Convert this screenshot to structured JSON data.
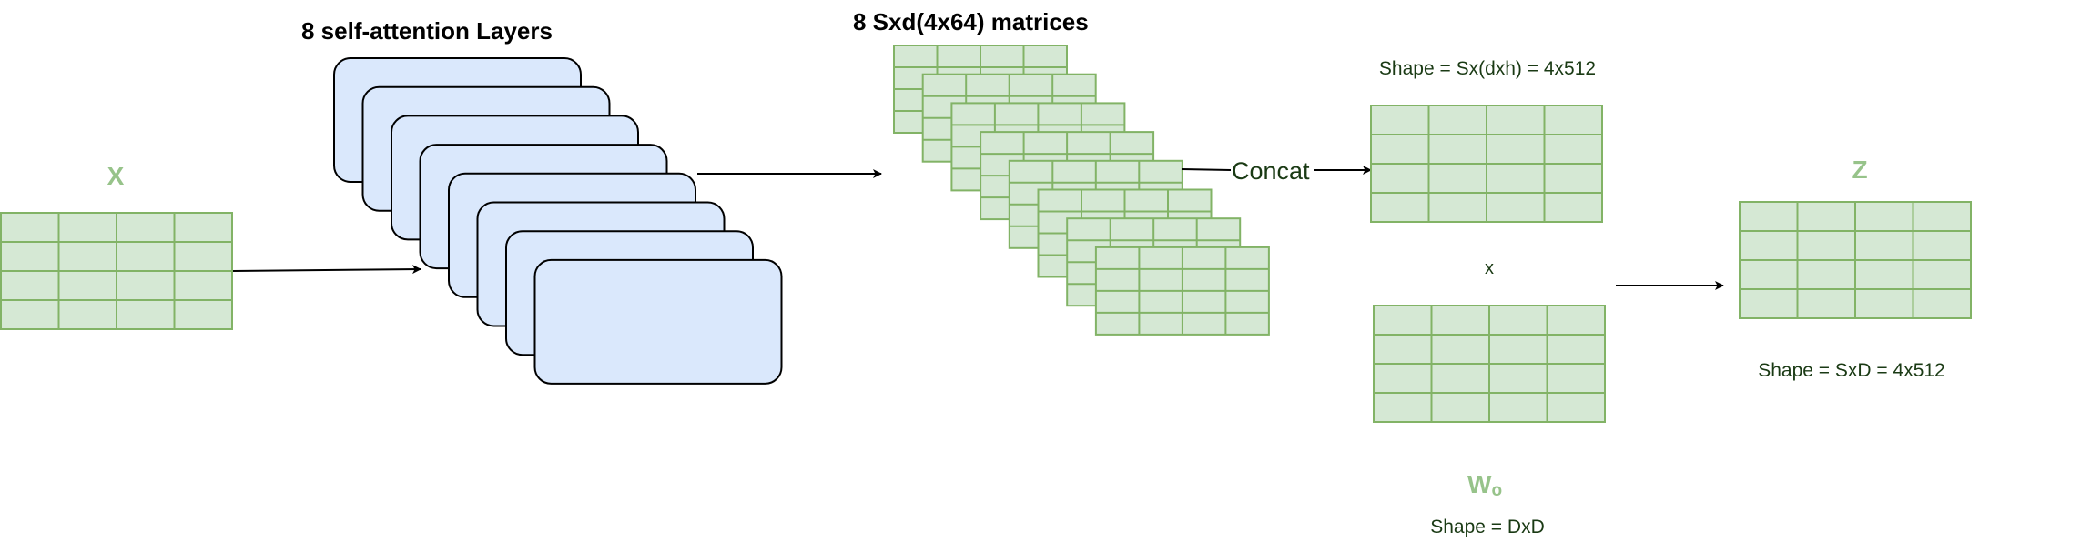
{
  "title_layers": "8 self-attention Layers",
  "title_matrices": "8 Sxd(4x64) matrices",
  "label_x": "X",
  "label_z": "Z",
  "label_wo_main": "W",
  "label_wo_sub": "o",
  "concat": "Concat",
  "shape_concat": "Shape = Sx(dxh) = 4x512",
  "multiply": "x",
  "shape_wo": "Shape = DxD",
  "shape_z": "Shape = SxD = 4x512",
  "colors": {
    "grid_fill": "#d5e8d4",
    "grid_stroke": "#82b366",
    "layer_fill": "#dae8fc",
    "layer_stroke": "#000000",
    "light_label": "#97c38a",
    "dark_label": "#1a3a14",
    "arrow": "#000000"
  }
}
